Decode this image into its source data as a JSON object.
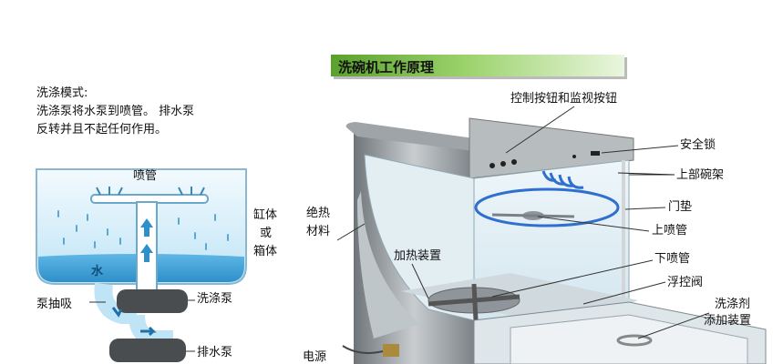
{
  "title": "洗碗机工作原理",
  "mode_text": {
    "line1": "洗涤模式:",
    "line2": "洗涤泵将水泵到喷管。 排水泵",
    "line3": "反转并且不起任何作用。"
  },
  "left_labels": {
    "spray_pipe": "喷管",
    "tank_body_1": "缸体",
    "tank_body_2": "或",
    "tank_body_3": "箱体",
    "water": "水",
    "pump_suction": "泵抽吸",
    "wash_pump": "洗涤泵",
    "drain_pump": "排水泵"
  },
  "right_labels": {
    "controls": "控制按钮和监视按钮",
    "safety_lock": "安全锁",
    "upper_rack": "上部碗架",
    "door_gasket": "门垫",
    "upper_spray": "上喷管",
    "lower_spray": "下喷管",
    "float_valve": "浮控阀",
    "detergent_1": "洗涤剂",
    "detergent_2": "添加装置",
    "insulation_1": "绝热",
    "insulation_2": "材料",
    "heater": "加热装置",
    "power": "电源"
  }
}
